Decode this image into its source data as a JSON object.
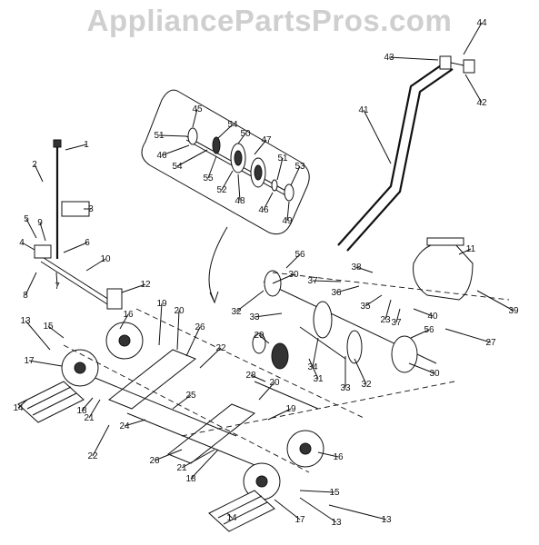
{
  "watermark": "AppliancePartsPros.com",
  "callouts": [
    {
      "label": "1"
    },
    {
      "label": "2"
    },
    {
      "label": "3"
    },
    {
      "label": "4"
    },
    {
      "label": "5"
    },
    {
      "label": "6"
    },
    {
      "label": "7"
    },
    {
      "label": "8"
    },
    {
      "label": "9"
    },
    {
      "label": "10"
    },
    {
      "label": "11"
    },
    {
      "label": "12"
    },
    {
      "label": "13"
    },
    {
      "label": "13"
    },
    {
      "label": "13"
    },
    {
      "label": "14"
    },
    {
      "label": "14"
    },
    {
      "label": "15"
    },
    {
      "label": "15"
    },
    {
      "label": "16"
    },
    {
      "label": "16"
    },
    {
      "label": "17"
    },
    {
      "label": "17"
    },
    {
      "label": "18"
    },
    {
      "label": "18"
    },
    {
      "label": "19"
    },
    {
      "label": "19"
    },
    {
      "label": "20"
    },
    {
      "label": "20"
    },
    {
      "label": "21"
    },
    {
      "label": "21"
    },
    {
      "label": "22"
    },
    {
      "label": "22"
    },
    {
      "label": "23"
    },
    {
      "label": "24"
    },
    {
      "label": "25"
    },
    {
      "label": "26"
    },
    {
      "label": "26"
    },
    {
      "label": "27"
    },
    {
      "label": "28"
    },
    {
      "label": "29"
    },
    {
      "label": "30"
    },
    {
      "label": "30"
    },
    {
      "label": "31"
    },
    {
      "label": "32"
    },
    {
      "label": "32"
    },
    {
      "label": "33"
    },
    {
      "label": "33"
    },
    {
      "label": "34"
    },
    {
      "label": "35"
    },
    {
      "label": "36"
    },
    {
      "label": "37"
    },
    {
      "label": "37"
    },
    {
      "label": "38"
    },
    {
      "label": "39"
    },
    {
      "label": "40"
    },
    {
      "label": "41"
    },
    {
      "label": "42"
    },
    {
      "label": "43"
    },
    {
      "label": "44"
    },
    {
      "label": "45"
    },
    {
      "label": "46"
    },
    {
      "label": "46"
    },
    {
      "label": "47"
    },
    {
      "label": "48"
    },
    {
      "label": "49"
    },
    {
      "label": "50"
    },
    {
      "label": "51"
    },
    {
      "label": "51"
    },
    {
      "label": "52"
    },
    {
      "label": "53"
    },
    {
      "label": "54"
    },
    {
      "label": "54"
    },
    {
      "label": "55"
    },
    {
      "label": "56"
    },
    {
      "label": "56"
    }
  ]
}
